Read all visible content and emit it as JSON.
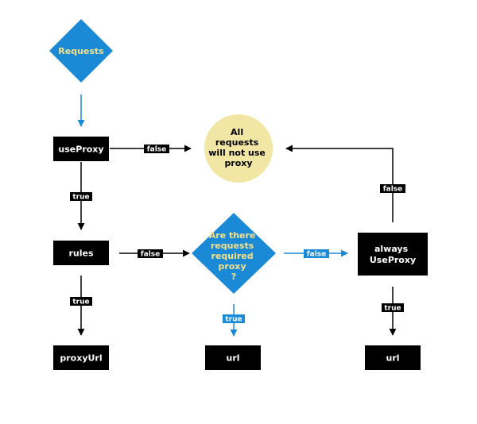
{
  "colors": {
    "blue": "#1a8ad6",
    "black": "#000000",
    "cream": "#f1e6a4",
    "yellow_text": "#f6e08a",
    "white": "#ffffff"
  },
  "nodes": {
    "requests": "Requests",
    "use_proxy": "useProxy",
    "all_requests": [
      "All",
      "requests",
      "will not use",
      "proxy"
    ],
    "rules": "rules",
    "required_proxy": [
      "Are there",
      "requests",
      "required",
      "proxy",
      "?"
    ],
    "always_use_proxy": [
      "always",
      "UseProxy"
    ],
    "proxy_url": "proxyUrl",
    "url_middle": "url",
    "url_right": "url"
  },
  "edge_labels": {
    "useproxy_to_all": "false",
    "useproxy_to_rules": "true",
    "always_to_all": "false",
    "rules_to_question": "false",
    "question_to_always": "false",
    "rules_to_proxyurl": "true",
    "question_to_url": "true",
    "always_to_url": "true"
  }
}
